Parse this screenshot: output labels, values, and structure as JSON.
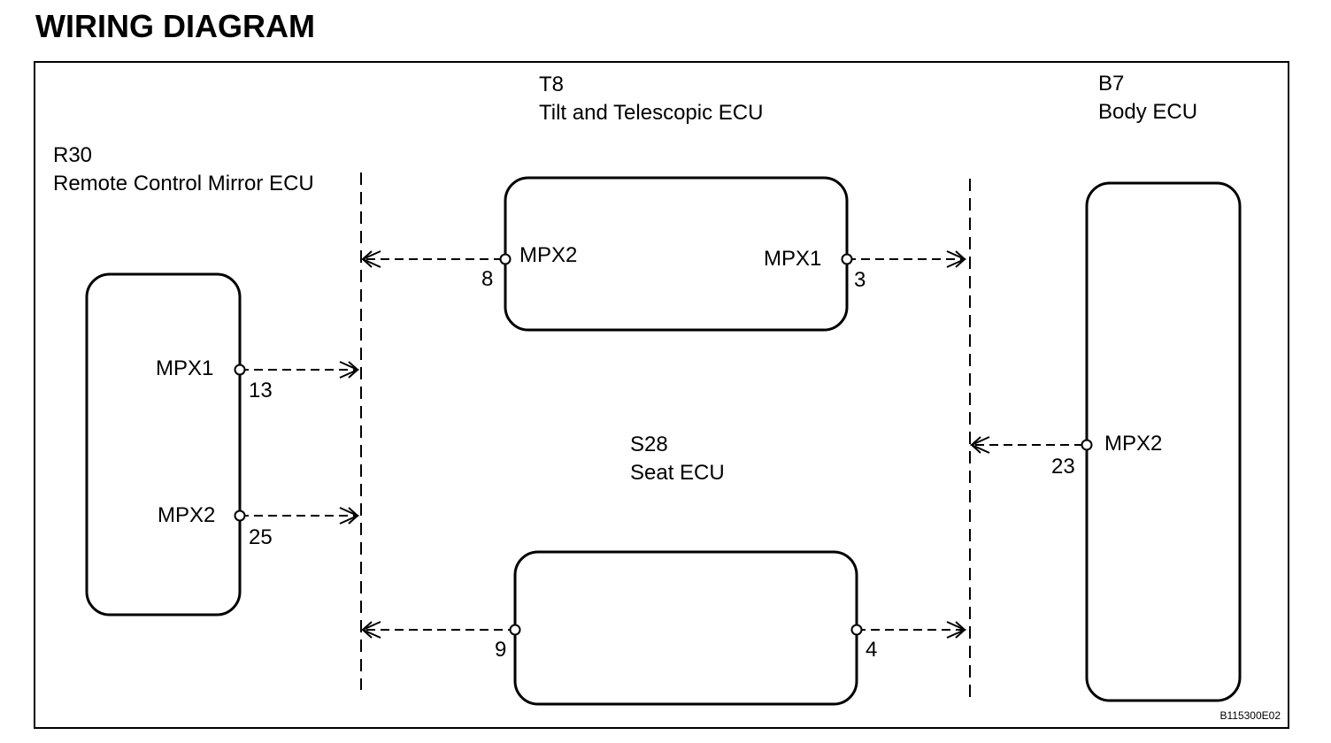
{
  "page": {
    "title": "WIRING DIAGRAM",
    "figure_ref": "B115300E02"
  },
  "components": {
    "r30": {
      "code": "R30",
      "name": "Remote Control Mirror ECU"
    },
    "t8": {
      "code": "T8",
      "name": "Tilt and Telescopic ECU"
    },
    "b7": {
      "code": "B7",
      "name": "Body ECU"
    },
    "s28": {
      "code": "S28",
      "name": "Seat ECU"
    }
  },
  "terminals": {
    "r30_mpx1": {
      "signal": "MPX1",
      "pin": "13"
    },
    "r30_mpx2": {
      "signal": "MPX2",
      "pin": "25"
    },
    "t8_mpx2": {
      "signal": "MPX2",
      "pin": "8"
    },
    "t8_mpx1": {
      "signal": "MPX1",
      "pin": "3"
    },
    "b7_mpx2": {
      "signal": "MPX2",
      "pin": "23"
    },
    "s28_left": {
      "pin": "9"
    },
    "s28_right": {
      "pin": "4"
    }
  }
}
